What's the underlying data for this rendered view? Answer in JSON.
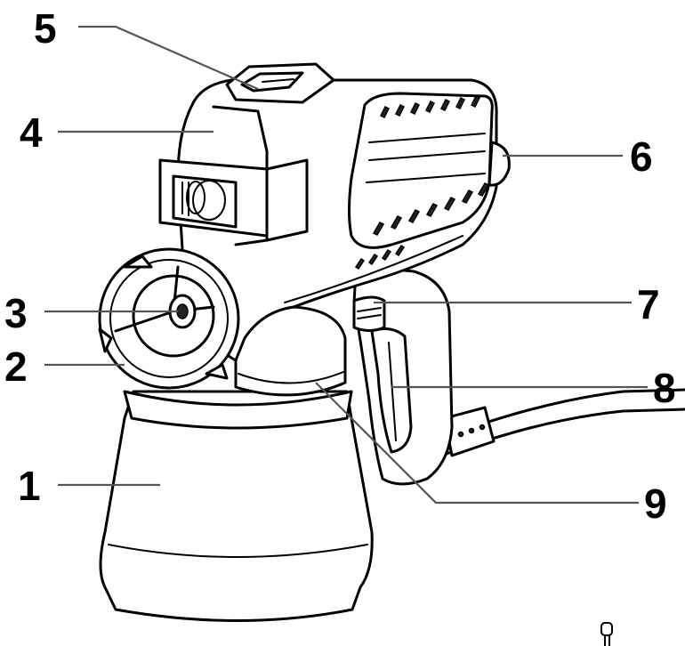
{
  "diagram": {
    "callouts": [
      {
        "id": "1",
        "label": "1"
      },
      {
        "id": "2",
        "label": "2"
      },
      {
        "id": "3",
        "label": "3"
      },
      {
        "id": "4",
        "label": "4"
      },
      {
        "id": "5",
        "label": "5"
      },
      {
        "id": "6",
        "label": "6"
      },
      {
        "id": "7",
        "label": "7"
      },
      {
        "id": "8",
        "label": "8"
      },
      {
        "id": "9",
        "label": "9"
      }
    ],
    "colors": {
      "ink": "#000000",
      "leader": "#555555",
      "background": "#ffffff"
    }
  }
}
